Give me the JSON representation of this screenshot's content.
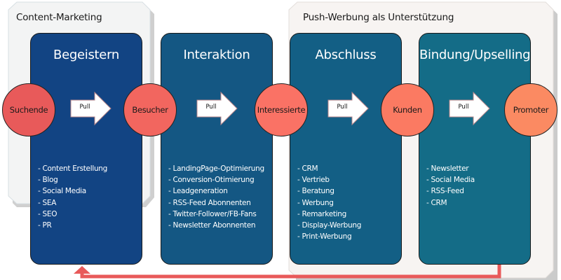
{
  "panels": {
    "left": {
      "title": "Content-Marketing"
    },
    "right": {
      "title": "Push-Werbung als Unterstützung"
    }
  },
  "columns": [
    {
      "title": "Begeistern",
      "color": "#124483",
      "items": [
        "- Content Erstellung",
        "- Blog",
        "- Social Media",
        "- SEA",
        "- SEO",
        "- PR"
      ]
    },
    {
      "title": "Interaktion",
      "color": "#145783",
      "items": [
        "- LandingPage-Optimierung",
        "- Conversion-Otimierung",
        "- Leadgeneration",
        "- RSS-Feed Abonnenten",
        "- Twitter-Follower/FB-Fans",
        "- Newsletter Abonnenten"
      ]
    },
    {
      "title": "Abschluss",
      "color": "#135f85",
      "items": [
        "- CRM",
        "- Vertrieb",
        "- Beratung",
        "- Werbung",
        "- Remarketing",
        "- Display-Werbung",
        "- Print-Werbung"
      ]
    },
    {
      "title": "Bindung/Upselling",
      "color": "#146c87",
      "items": [
        "- Newsletter",
        "- Social Media",
        "- RSS-Feed",
        "- CRM"
      ]
    }
  ],
  "stages": [
    {
      "label": "Suchende",
      "color": "#e85a5a"
    },
    {
      "label": "Besucher",
      "color": "#f2665f"
    },
    {
      "label": "Interessierte",
      "color": "#fa7265"
    },
    {
      "label": "Kunden",
      "color": "#fb7a62"
    },
    {
      "label": "Promoter",
      "color": "#fb8a62"
    }
  ],
  "transitions": [
    {
      "label": "Pull"
    },
    {
      "label": "Pull"
    },
    {
      "label": "Pull"
    },
    {
      "label": "Pull"
    }
  ],
  "return_flow": {
    "color": "#e85a5a",
    "from": "Promoter",
    "to": "Begeistern"
  }
}
